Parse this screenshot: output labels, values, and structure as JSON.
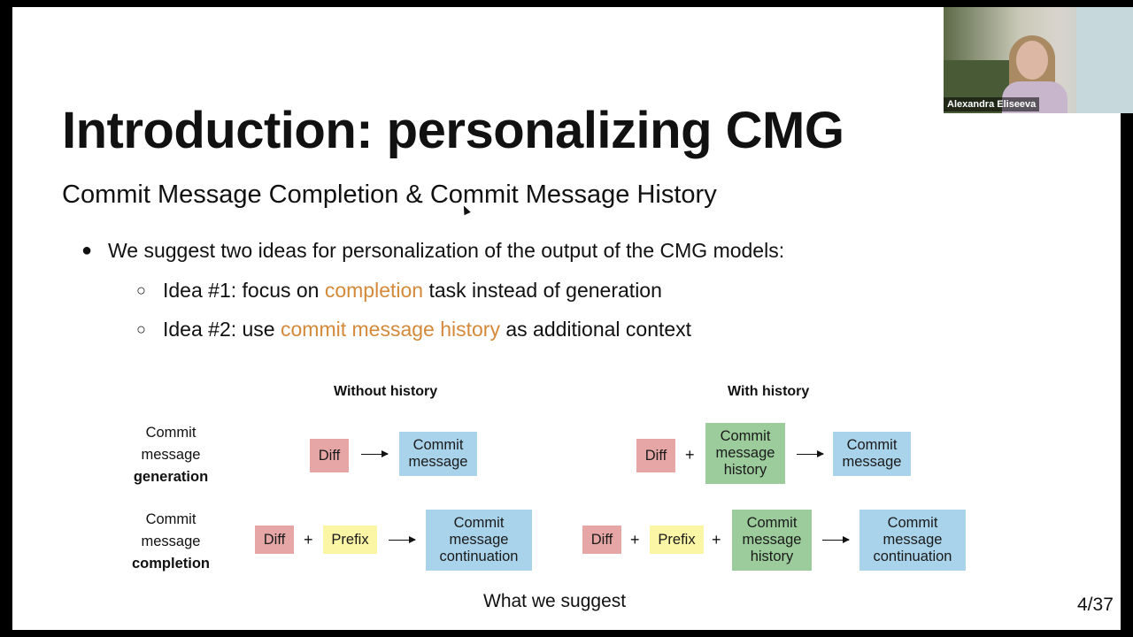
{
  "slide": {
    "title": "Introduction: personalizing CMG",
    "subtitle": "Commit Message Completion & Commit Message History",
    "bullet": "We suggest two ideas for personalization of the output of the CMG models:",
    "ideas": [
      {
        "prefix": "Idea #1: focus on ",
        "highlight": "completion",
        "suffix": " task instead of generation"
      },
      {
        "prefix": "Idea #2: use ",
        "highlight": "commit message history",
        "suffix": " as additional context"
      }
    ],
    "highlight_color": "#d4893a",
    "caption": "What we suggest",
    "page_number": "4/37"
  },
  "diagram": {
    "col_without": "Without history",
    "col_with": "With history",
    "row_generation": {
      "line1": "Commit",
      "line2": "message",
      "line3": "generation"
    },
    "row_completion": {
      "line1": "Commit",
      "line2": "message",
      "line3": "completion"
    },
    "diff": "Diff",
    "prefix": "Prefix",
    "plus": "+",
    "commit_message": "Commit message",
    "commit_message_history": "Commit message history",
    "commit_message_continuation": "Commit message continuation",
    "colors": {
      "diff": "#e6a6a6",
      "prefix": "#fbf5a6",
      "output": "#a9d3ea",
      "history": "#9ccc9c"
    }
  },
  "video": {
    "participant_name": "Alexandra Eliseeva"
  }
}
